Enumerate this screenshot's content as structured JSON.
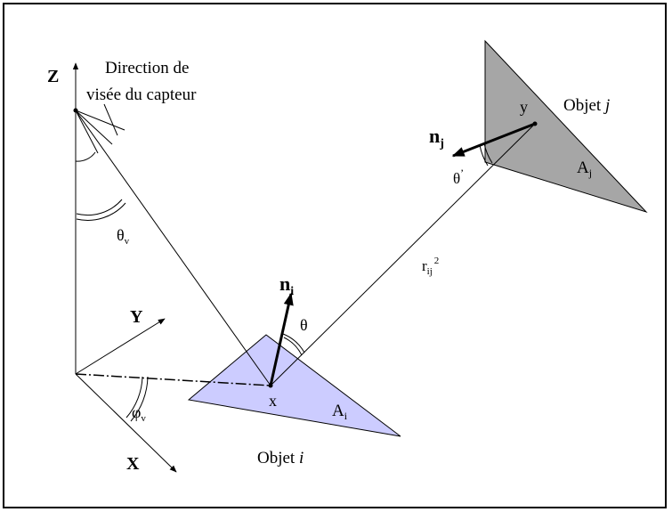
{
  "colors": {
    "frame": "#000000",
    "line": "#000000",
    "polygon_i_fill": "#ccccff",
    "polygon_j_fill": "#a6a6a6",
    "background": "#ffffff"
  },
  "labels": {
    "axis_z": "Z",
    "axis_y": "Y",
    "axis_x": "X",
    "sensor_line1": "Direction de",
    "sensor_line2": "visée  du capteur",
    "theta_v": "θ",
    "theta_v_sub": "v",
    "phi_v": "φ",
    "phi_v_sub": "v",
    "normal_i": "n",
    "normal_i_sub": "i",
    "normal_j": "n",
    "normal_j_sub": "j",
    "theta": "θ",
    "theta_prime": "θ",
    "theta_prime_mark": "’",
    "point_x": "x",
    "point_y": "y",
    "area_i": "A",
    "area_i_sub": "i",
    "area_j": "A",
    "area_j_sub": "j",
    "distance": "r",
    "distance_sub": "ij",
    "distance_sup": "2",
    "object_i_prefix": "Objet ",
    "object_i_var": "i",
    "object_j_prefix": "Objet ",
    "object_j_var": "j"
  }
}
